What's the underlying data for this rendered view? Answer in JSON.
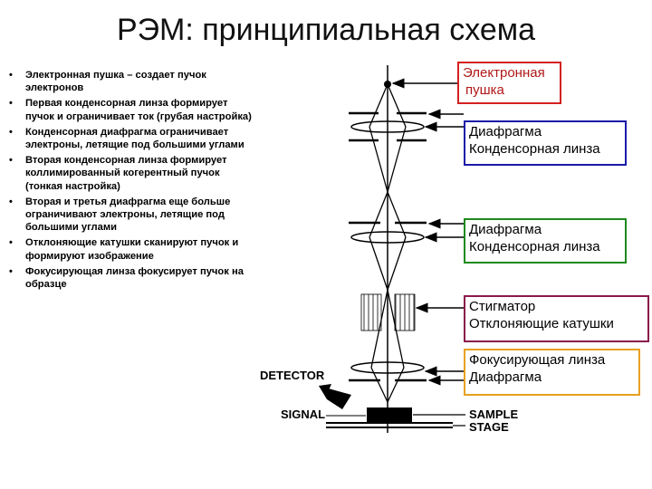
{
  "title": "РЭМ: принципиальная схема",
  "bullets": [
    "Электронная пушка – создает пучок электронов",
    "Первая конденсорная линза формирует пучок и ограничивает ток (грубая настройка)",
    "Конденсорная диафрагма ограничивает электроны, летящие под большими углами",
    "Вторая конденсорная линза формирует коллимированный когерентный пучок (тонкая настройка)",
    "Вторая и третья диафрагма еще больше ограничивают электроны, летящие под большими углами",
    "Отклоняющие катушки сканируют пучок и формируют изображение",
    "Фокусирующая линза фокусирует пучок на образце"
  ],
  "callouts": {
    "gun": {
      "line1": "Электронная",
      "line2": "пушка",
      "color": "#d42020"
    },
    "cond1": {
      "line1": "Диафрагма",
      "line2": "Конденсорная линза",
      "color": "#1a1aa8"
    },
    "cond2": {
      "line1": "Диафрагма",
      "line2": "Конденсорная линза",
      "color": "#1d8a1d"
    },
    "stig": {
      "line1": "Стигматор",
      "line2": "Отклоняющие катушки",
      "color": "#8a1a4a"
    },
    "focus": {
      "line1": "Фокусирующая линза",
      "line2": "Диафрагма",
      "color": "#e8a020"
    }
  },
  "diagram_labels": {
    "detector": "DETECTOR",
    "signal": "SIGNAL",
    "sample": "SAMPLE",
    "stage": "STAGE"
  }
}
